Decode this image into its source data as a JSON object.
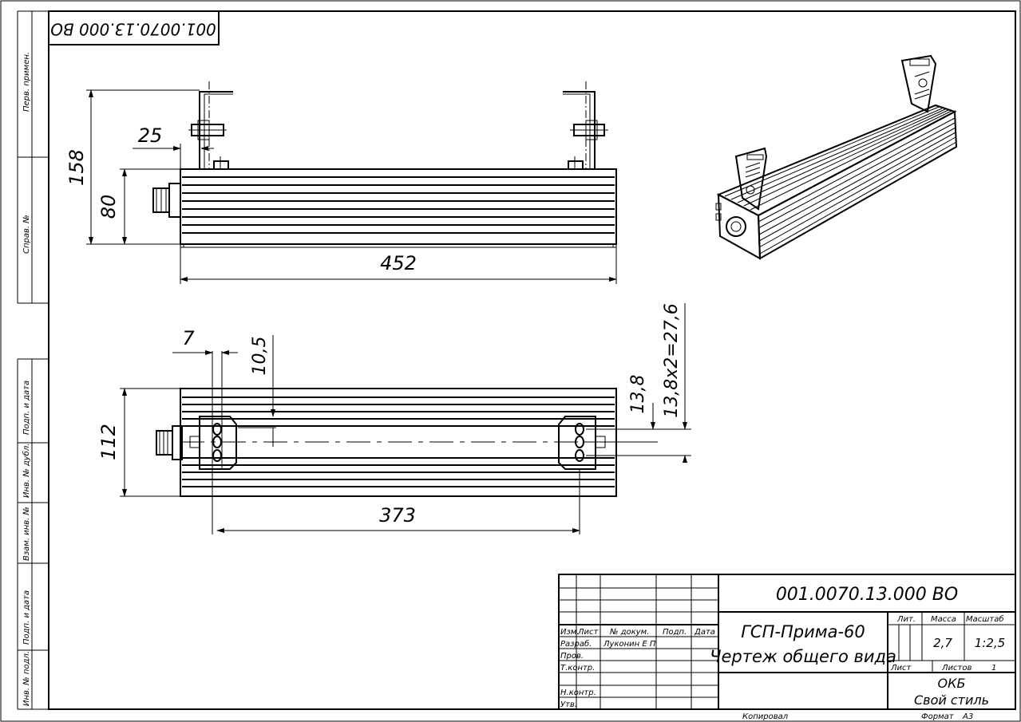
{
  "sheet": {
    "code": "001.0070.13.000 ВО",
    "code_rotated": "001.0070.13.000 ВО"
  },
  "side_strip": {
    "perv_primen": "Перв. примен.",
    "sprav_no": "Справ. №",
    "podp_data_1": "Подп. и дата",
    "inv_dubl": "Инв. № дубл.",
    "vzam_inv": "Взам. инв. №",
    "podp_data_2": "Подп. и дата",
    "inv_podl": "Инв. № подл."
  },
  "dimensions": {
    "d158": "158",
    "d25": "25",
    "d80": "80",
    "d452": "452",
    "d7": "7",
    "d10_5": "10,5",
    "d112": "112",
    "d373": "373",
    "d13_8": "13,8",
    "d13_8x2": "13,8х2=27,6"
  },
  "title_block": {
    "col_izm": "Изм.",
    "col_list": "Лист",
    "col_dokum": "№ докум.",
    "col_podp": "Подп.",
    "col_data": "Дата",
    "razrab": "Разраб.",
    "razrab_name": "Луконин Е П",
    "prov": "Пров.",
    "tkontr": "Т.контр.",
    "nkontr": "Н.контр.",
    "utv": "Утв.",
    "product": "ГСП-Прима-60",
    "doc_name": "Чертеж общего вида",
    "lit": "Лит.",
    "massa": "Масса",
    "masshtab": "Масштаб",
    "massa_val": "2,7",
    "masshtab_val": "1:2,5",
    "list": "Лист",
    "listov": "Листов",
    "listov_val": "1",
    "org1": "ОКБ",
    "org2": "Свой стиль",
    "kopiroval": "Копировал",
    "format": "Формат",
    "format_val": "А3"
  }
}
